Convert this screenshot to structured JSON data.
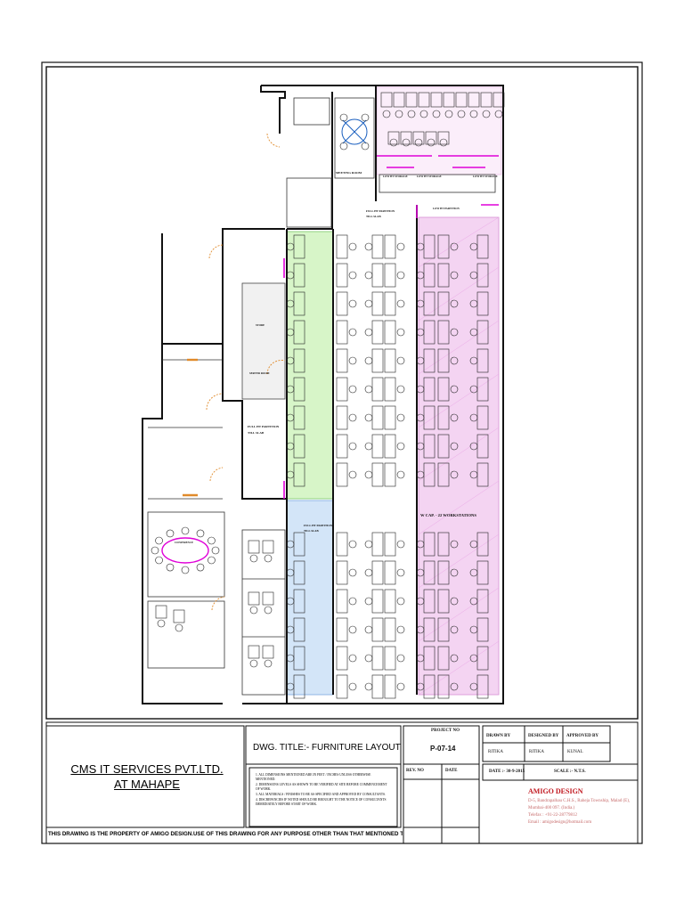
{
  "title_block": {
    "client_line1": "CMS IT SERVICES PVT.LTD.",
    "client_line2": "AT MAHAPE",
    "drawing_title": "DWG. TITLE:-  FURNITURE LAYOUT",
    "project_no_label": "PROJECT NO",
    "project_no": "P-07-14",
    "rev_no_label": "REV. NO",
    "date_label": "DATE",
    "drawn_by_label": "DRAWN BY",
    "designed_by_label": "DESIGNED BY",
    "approved_by_label": "APPROVED BY",
    "drawn_by": "RITIKA",
    "designed_by": "RITIKA",
    "approved_by": "KUNAL",
    "date_value": "DATE :- 30-9-2015",
    "scale": "SCALE :- N.T.S.",
    "firm_name": "AMIGO DESIGN",
    "firm_address": [
      "D-5, Bandrapalhau C.H.S., Raheja Township, Malad (E),",
      "Mumbai-400 097. (India.)",
      "Telefax : +91-22-28779812",
      "Email : amigodesign@hotmail.com"
    ],
    "notes": [
      "1. ALL DIMENSIONS MENTIONED ARE IN FEET / INCHES UNLESS OTHERWISE MENTIONED.",
      "2. DIMENSIONS LEVELS AS SHOWN TO BE VERIFIED AT SITE BEFORE COMMENCEMENT OF WORK.",
      "3. ALL MATERIALS / FINISHES TO BE AS SPECIFIED AND APPROVED BY CONSULTANTS.",
      "4. DISCREPANCIES IF NOTED SHOULD BE BROUGHT TO THE NOTICE OF CONSULTANTS IMMEDIATELY BEFORE START OF WORK."
    ],
    "disclaimer": "THIS DRAWING IS THE PROPERTY OF AMIGO DESIGN.USE OF THIS DRAWING FOR ANY PURPOSE OTHER THAN THAT MENTIONED TO BE DONE ONLY AFTER THEIR PROPER APPROVAL"
  },
  "plan_labels": {
    "meeting_room": "MEETING ROOM",
    "low_ht_storage": "LOW HT STORAGE",
    "low_ht_partition": "LOW HT PARTITION",
    "full_ht_partition": "FULL HT PARTITION",
    "till_slab": "TILL SLAB",
    "workstations": "W CAP. - 22 WORKSTATIONS",
    "conference": "CONFERENCE",
    "store": "STORE",
    "server_room": "SERVER ROOM"
  },
  "colors": {
    "pink_zone": "#f2c8f0",
    "green_zone": "#c9f2b6",
    "blue_zone": "#c3dcf7",
    "magenta_line": "#e000d8",
    "orange_door": "#e08a2a",
    "firm_red": "#c0141c"
  }
}
